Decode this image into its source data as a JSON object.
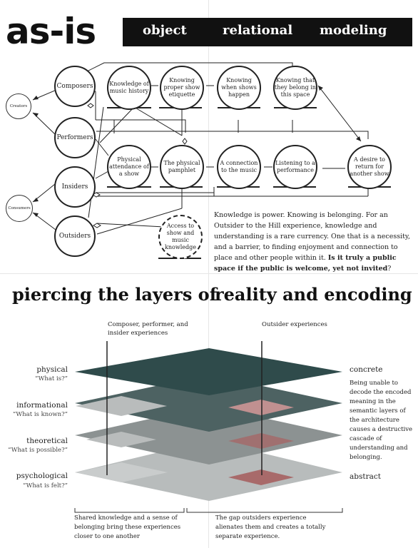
{
  "header": {
    "title": "as-is",
    "banner": [
      "object",
      "relational",
      "modeling"
    ]
  },
  "model": {
    "roles": [
      {
        "key": "composers",
        "label": "Composers"
      },
      {
        "key": "performers",
        "label": "Performers"
      },
      {
        "key": "insiders",
        "label": "Insiders"
      },
      {
        "key": "outsiders",
        "label": "Outsiders"
      }
    ],
    "groups": [
      {
        "key": "creators",
        "label": "Creators"
      },
      {
        "key": "consumers",
        "label": "Consumers"
      }
    ],
    "knowledge_nodes": [
      "Knowledge of music history",
      "Knowing proper show etiquette",
      "Knowing when shows happen",
      "Knowing that they belong in this space"
    ],
    "experience_nodes": [
      "Physical attendance of a show",
      "The physical pamphlet",
      "A connection to the music",
      "Listening to a performance",
      "A desire to return for another show"
    ],
    "access_node": "Access to show and music knowledge",
    "paragraph": "Knowledge is power. Knowing is belonging. For an Outsider to the Hill experience, knowledge and understanding is a rare currency. One that is a necessity, and a barrier, to finding enjoyment and connection to place and other people within it.",
    "paragraph_bold": "Is it truly a public space if the public is welcome, yet not invited",
    "paragraph_end": "?"
  },
  "layers": {
    "heading_left": "piercing the layers of",
    "heading_right": "reality and encoding",
    "col_left": "Composer, performer, and insider experiences",
    "col_right": "Outsider experiences",
    "levels": [
      {
        "name": "physical",
        "question": "“What is?”"
      },
      {
        "name": "informational",
        "question": "“What is known?”"
      },
      {
        "name": "theoretical",
        "question": "“What is possible?”"
      },
      {
        "name": "psychological",
        "question": "“What is felt?”"
      }
    ],
    "top_label": "concrete",
    "bottom_label": "abstract",
    "description": "Being unable to decode the encoded meaning in the semantic layers of the architecture causes a destructive cascade of understanding and belonging.",
    "caption_left": "Shared knowledge and a sense of belonging bring these experiences closer to one another",
    "caption_right": "The gap outsiders experience alienates them and creates a totally separate experience.",
    "colors": {
      "physical": "#2f4b4b",
      "informational": "#4a5e5e",
      "theoretical": "#8a9090",
      "psychological": "#b4b8b8",
      "accent": "#a86a6a"
    }
  }
}
